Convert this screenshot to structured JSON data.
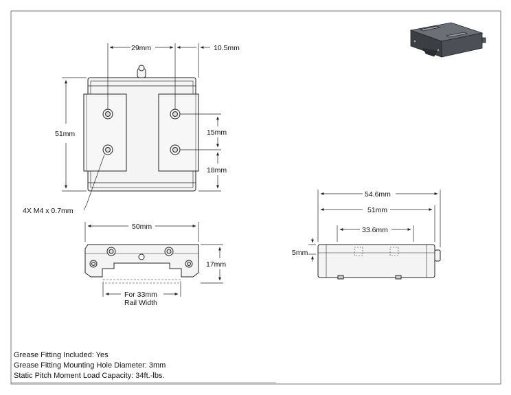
{
  "dimensions": {
    "top_width": "29mm",
    "top_offset": "10.5mm",
    "top_height": "51mm",
    "hole_spacing_vertical": "15mm",
    "hole_offset_bottom": "18mm",
    "hole_callout": "4X M4 x 0.7mm",
    "front_width": "50mm",
    "front_height": "17mm",
    "rail_width_line1": "For 33mm",
    "rail_width_line2": "Rail Width",
    "side_overall": "54.6mm",
    "side_body": "51mm",
    "side_inner": "33.6mm",
    "side_height": "5mm"
  },
  "specs": [
    "Grease Fitting Included: Yes",
    "Grease Fitting Mounting Hole Diameter: 3mm",
    "Static Pitch Moment Load Capacity: 34ft.-lbs."
  ],
  "colors": {
    "line": "#222222",
    "part_fill": "#f4f4f4",
    "iso_dark": "#3b3f44",
    "iso_mid": "#6b7077"
  }
}
